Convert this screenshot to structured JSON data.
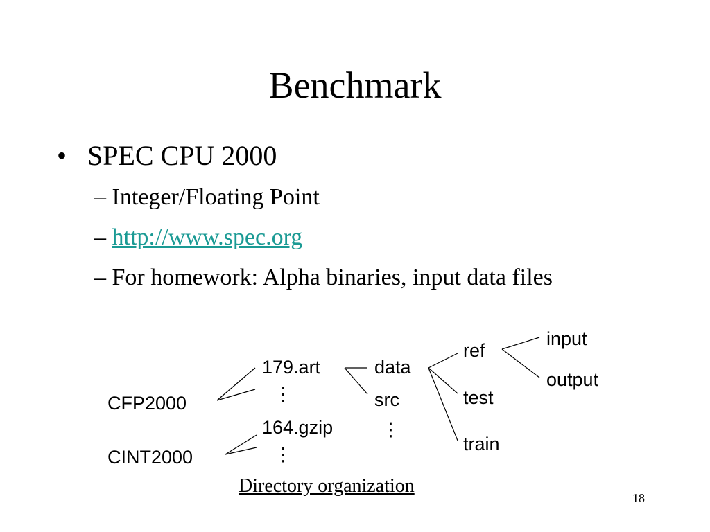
{
  "slide": {
    "title": "Benchmark",
    "bullet_symbol": "•",
    "bullet": "SPEC CPU 2000",
    "dash": "–",
    "sub_items": [
      "Integer/Floating Point",
      "http://www.spec.org",
      "For homework: Alpha binaries, input data files"
    ],
    "page_number": "18"
  },
  "diagram": {
    "roots": [
      "CFP2000",
      "CINT2000"
    ],
    "benchmarks": [
      "179.art",
      "164.gzip"
    ],
    "dirs": [
      "data",
      "src"
    ],
    "data_sets": [
      "ref",
      "test",
      "train"
    ],
    "ref_files": [
      "input",
      "output"
    ],
    "ellipsis": "⋮",
    "caption": "Directory organization"
  }
}
